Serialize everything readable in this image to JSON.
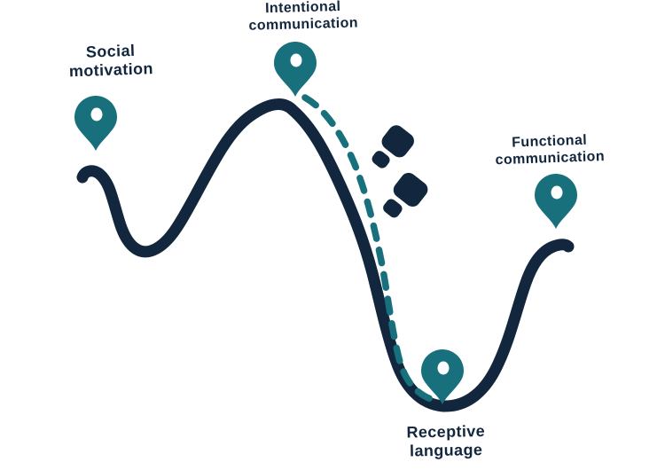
{
  "diagram": {
    "description": "Hand-drawn winding path with map-pin milestones and a dashed footprint trail",
    "colors": {
      "background": "#ffffff",
      "path_navy": "#12263e",
      "trail_teal": "#17707c",
      "pin_teal": "#17707c",
      "pin_dot_white": "#ffffff",
      "label_navy": "#12263e"
    },
    "milestones": [
      {
        "name": "social-motivation",
        "label_line1": "Social",
        "label_line2": "motivation"
      },
      {
        "name": "intentional-communication",
        "label_line1": "Intentional",
        "label_line2": "communication"
      },
      {
        "name": "functional-communication",
        "label_line1": "Functional",
        "label_line2": "communication"
      },
      {
        "name": "receptive-language",
        "label_line1": "Receptive",
        "label_line2": "language"
      }
    ],
    "icons": {
      "pin": "map-pin-icon",
      "footprints": "footprints-icon",
      "trail": "dashed-trail"
    }
  }
}
